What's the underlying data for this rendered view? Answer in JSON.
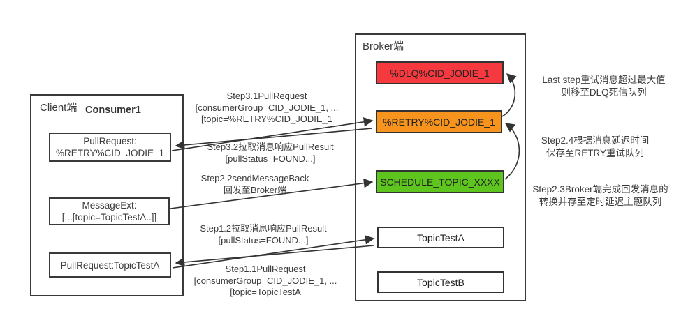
{
  "client": {
    "title": "Client端",
    "subtitle": "Consumer1",
    "boxes": {
      "retry_pull": [
        "PullRequest:",
        "%RETRY%CID_JODIE_1"
      ],
      "message_ext": [
        "MessageExt:",
        "[...[topic=TopicTestA..]]"
      ],
      "topic_pull": [
        "PullRequest:TopicTestA"
      ]
    }
  },
  "broker": {
    "title": "Broker端",
    "queues": {
      "dlq": {
        "label": "%DLQ%CID_JODIE_1",
        "color": "#f5393e"
      },
      "retry": {
        "label": "%RETRY%CID_JODIE_1",
        "color": "#f7941d"
      },
      "schedule": {
        "label": "SCHEDULE_TOPIC_XXXX",
        "color": "#5ec41e"
      },
      "topic_a": {
        "label": "TopicTestA",
        "color": "#ffffff"
      },
      "topic_b": {
        "label": "TopicTestB",
        "color": "#ffffff"
      }
    }
  },
  "arrow_labels": {
    "step31": [
      "Step3.1PullRequest",
      "[consumerGroup=CID_JODIE_1, ...",
      "[topic=%RETRY%CID_JODIE_1"
    ],
    "step32": [
      "Step3.2拉取消息响应PullResult",
      "[pullStatus=FOUND...]"
    ],
    "step22": [
      "Step2.2sendMessageBack",
      "回发至Broker端"
    ],
    "step12": [
      "Step1.2拉取消息响应PullResult",
      "[pullStatus=FOUND...]"
    ],
    "step11": [
      "Step1.1PullRequest",
      "[consumerGroup=CID_JODIE_1, ...",
      "[topic=TopicTestA"
    ]
  },
  "annotations": {
    "dlq_note": [
      "Last step重试消息超过最大值",
      "则移至DLQ死信队列"
    ],
    "step24_note": [
      "Step2.4根据消息延迟时间",
      "保存至RETRY重试队列"
    ],
    "step23_note": [
      "Step2.3Broker端完成回发消息的",
      "转换并存至定时延迟主题队列"
    ]
  },
  "line_color": "#333333"
}
